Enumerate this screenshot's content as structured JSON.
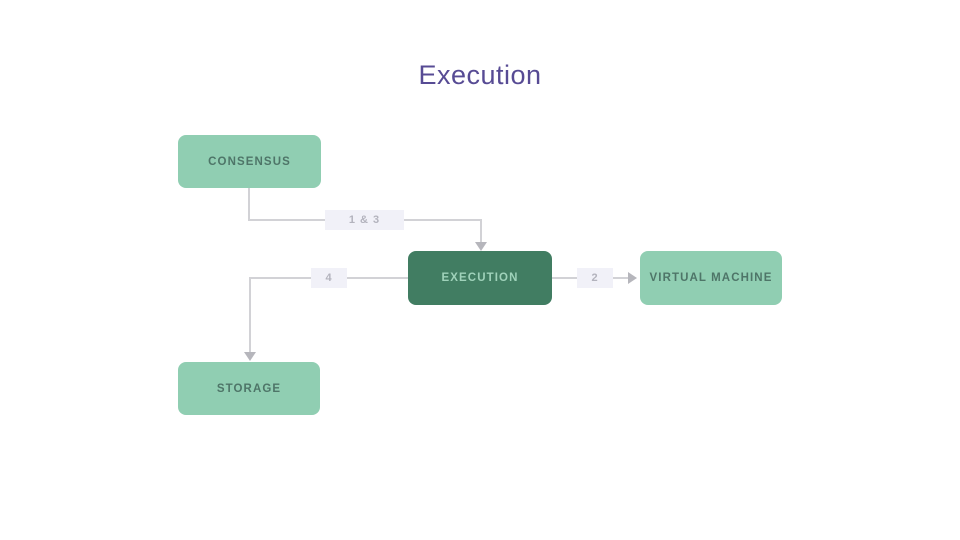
{
  "slide": {
    "title": "Execution"
  },
  "diagram": {
    "nodes": [
      {
        "id": "consensus",
        "label": "CONSENSUS",
        "variant": "light"
      },
      {
        "id": "execution",
        "label": "EXECUTION",
        "variant": "dark"
      },
      {
        "id": "virtual-machine",
        "label": "VIRTUAL MACHINE",
        "variant": "light"
      },
      {
        "id": "storage",
        "label": "STORAGE",
        "variant": "light"
      }
    ],
    "edges": [
      {
        "from": "consensus",
        "to": "execution",
        "label": "1 & 3",
        "direction": "down-right-down"
      },
      {
        "from": "execution",
        "to": "storage",
        "label": "4",
        "direction": "left-down"
      },
      {
        "from": "execution",
        "to": "virtual-machine",
        "label": "2",
        "direction": "right"
      }
    ],
    "colors": {
      "node_light_bg": "#90ceb2",
      "node_light_text": "#4e7568",
      "node_dark_bg": "#417d62",
      "node_dark_text": "#9fd2ba",
      "edge_line": "#d2d2d6",
      "edge_arrowhead": "#b6b6bc",
      "edge_label_bg": "#f1f1f8",
      "edge_label_text": "#b3b3bd",
      "title_color": "#574b94",
      "background": "#ffffff"
    }
  }
}
